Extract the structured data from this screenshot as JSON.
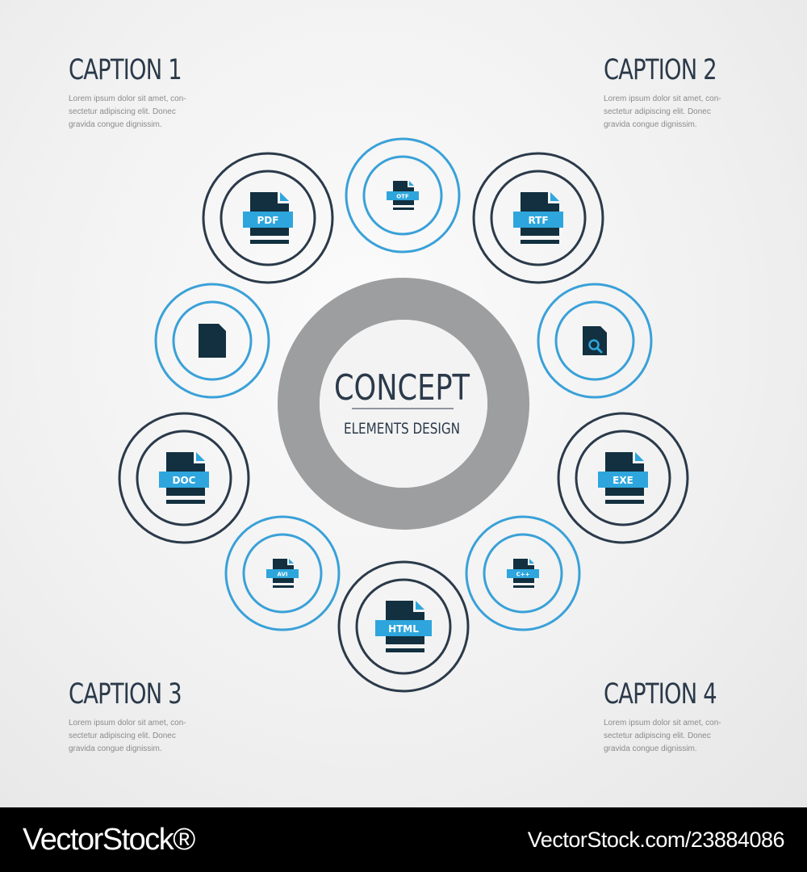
{
  "captions": [
    {
      "title": "CAPTION 1",
      "body": "Lorem ipsum dolor sit amet, con-\nsectetur adipiscing elit. Donec\ngravida congue dignissim."
    },
    {
      "title": "CAPTION 2",
      "body": "Lorem ipsum dolor sit amet, con-\nsectetur adipiscing elit. Donec\ngravida congue dignissim."
    },
    {
      "title": "CAPTION 3",
      "body": "Lorem ipsum dolor sit amet, con-\nsectetur adipiscing elit. Donec\ngravida congue dignissim."
    },
    {
      "title": "CAPTION 4",
      "body": "Lorem ipsum dolor sit amet, con-\nsectetur adipiscing elit. Donec\ngravida congue dignissim."
    }
  ],
  "center": {
    "title": "CONCEPT",
    "subtitle": "ELEMENTS DESIGN"
  },
  "icons": [
    {
      "name": "pdf-file-icon",
      "label": "PDF",
      "style": "dark",
      "size": "large"
    },
    {
      "name": "otf-file-icon",
      "label": "OTF",
      "style": "blue",
      "size": "small"
    },
    {
      "name": "rtf-file-icon",
      "label": "RTF",
      "style": "dark",
      "size": "large"
    },
    {
      "name": "blank-file-icon",
      "label": "",
      "style": "blue",
      "size": "blank"
    },
    {
      "name": "search-file-icon",
      "label": "",
      "style": "blue",
      "size": "search"
    },
    {
      "name": "doc-file-icon",
      "label": "DOC",
      "style": "dark",
      "size": "large"
    },
    {
      "name": "exe-file-icon",
      "label": "EXE",
      "style": "dark",
      "size": "large"
    },
    {
      "name": "avi-file-icon",
      "label": "AVI",
      "style": "blue",
      "size": "small"
    },
    {
      "name": "cpp-file-icon",
      "label": "C++",
      "style": "blue",
      "size": "small"
    },
    {
      "name": "html-file-icon",
      "label": "HTML",
      "style": "dark",
      "size": "large"
    }
  ],
  "colors": {
    "dark_ring": "#2b3a4a",
    "blue_ring": "#3aa1d8",
    "file_dark": "#12303f",
    "label_band": "#2ea6dd",
    "center_ring": "#9d9ea0"
  },
  "footer": {
    "brand": "VectorStock®",
    "image_id": "VectorStock.com/23884086"
  }
}
